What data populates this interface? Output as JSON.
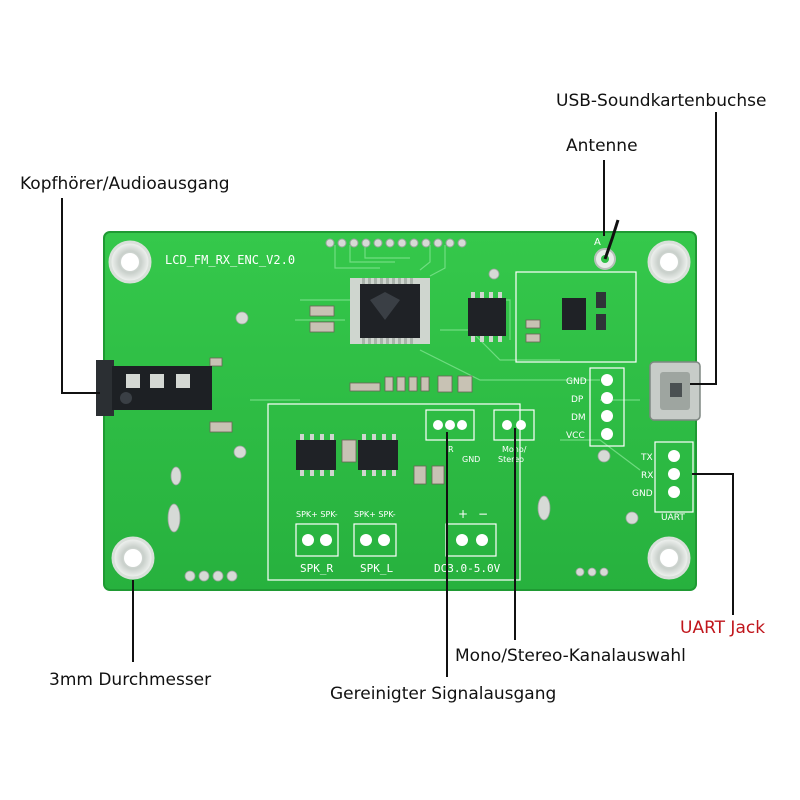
{
  "labels": {
    "usb": "USB-Soundkartenbuchse",
    "antenna": "Antenne",
    "headphone": "Kopfhörer/Audioausgang",
    "uart": "UART Jack",
    "mono_stereo": "Mono/Stereo-Kanalauswahl",
    "diameter": "3mm Durchmesser",
    "signal_out": "Gereinigter Signalausgang"
  },
  "silkscreen": {
    "board_name": "LCD_FM_RX_ENC_V2.0",
    "antenna_mark": "A",
    "usb_pins": [
      "GND",
      "DP",
      "DM",
      "VCC"
    ],
    "uart_pins": [
      "TX",
      "RX",
      "GND"
    ],
    "uart_name": "UART",
    "spk_right": "SPK_R",
    "spk_left": "SPK_L",
    "spk_polarity": "SPK+ SPK-",
    "power": "DC3.0-5.0V",
    "power_plus": "+",
    "power_minus": "−",
    "mono_stereo_top": "Mono/",
    "mono_stereo_bottom": "Stereo",
    "out_r": "R",
    "out_gnd": "GND"
  },
  "colors": {
    "board": "#2fbf45",
    "board_edge": "#22a338",
    "silk": "#ffffff",
    "chip": "#1f2226",
    "accent_red": "#c0161c",
    "lead_line": "#111111"
  }
}
